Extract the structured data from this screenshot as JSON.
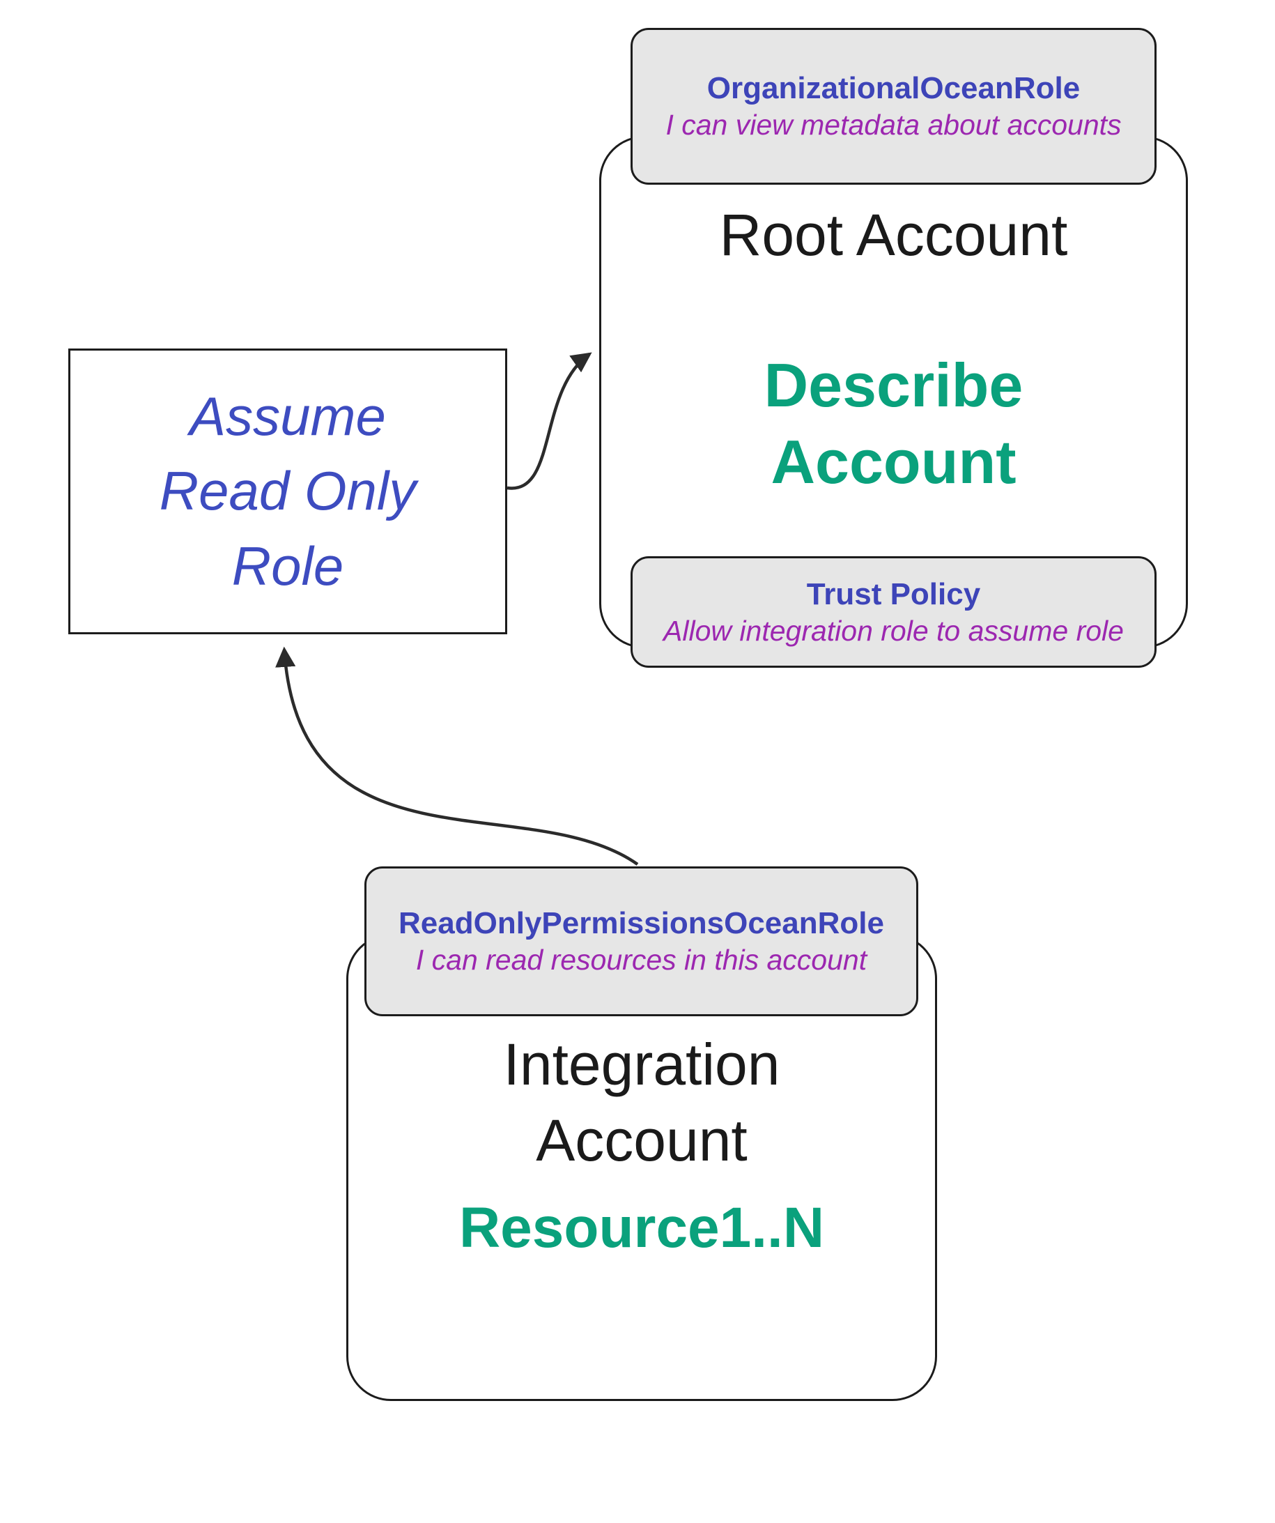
{
  "diagram": {
    "root_account": {
      "badge_top": {
        "title": "OrganizationalOceanRole",
        "subtitle": "I can view metadata about accounts"
      },
      "title": "Root Account",
      "action_line1": "Describe",
      "action_line2": "Account",
      "badge_bottom": {
        "title": "Trust Policy",
        "subtitle": "Allow integration role to assume role"
      }
    },
    "assume_box": {
      "line1": "Assume",
      "line2": "Read Only",
      "line3": "Role"
    },
    "integration_account": {
      "badge_top": {
        "title": "ReadOnlyPermissionsOceanRole",
        "subtitle": "I can read resources in this account"
      },
      "title_line1": "Integration",
      "title_line2": "Account",
      "resource": "Resource1..N"
    },
    "colors": {
      "role_title_blue": "#3d44b8",
      "description_purple": "#9c27b0",
      "action_teal": "#0aa17c",
      "badge_background": "#e6e6e6"
    }
  }
}
